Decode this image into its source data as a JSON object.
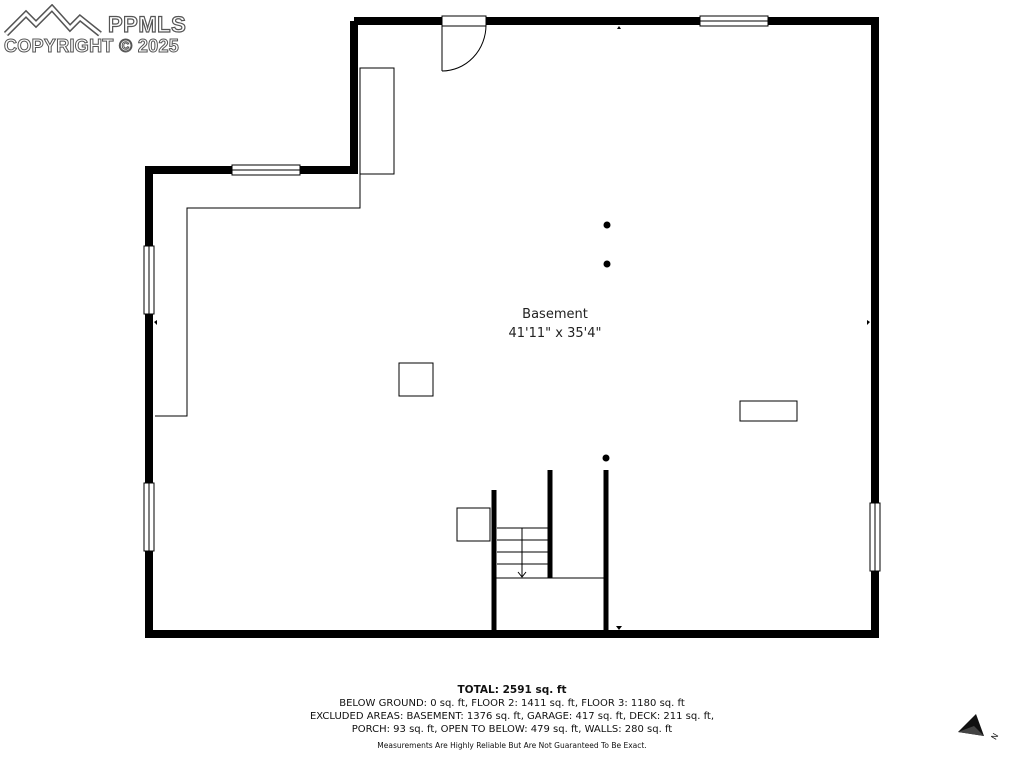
{
  "watermark": {
    "brand": "PPMLS",
    "copyright": "COPYRIGHT © 2025"
  },
  "room": {
    "name": "Basement",
    "dimensions": "41'11\" x 35'4\""
  },
  "summary": {
    "total": "TOTAL: 2591 sq. ft",
    "line1": "BELOW GROUND: 0 sq. ft, FLOOR 2: 1411 sq. ft, FLOOR 3: 1180 sq. ft",
    "line2": "EXCLUDED AREAS: BASEMENT: 1376 sq. ft, GARAGE: 417 sq. ft, DECK: 211 sq. ft,",
    "line3": "PORCH: 93 sq. ft, OPEN TO BELOW: 479 sq. ft, WALLS: 280 sq. ft",
    "disclaimer": "Measurements Are Highly Reliable But Are Not Guaranteed To Be Exact."
  },
  "compass": {
    "label": "N"
  }
}
